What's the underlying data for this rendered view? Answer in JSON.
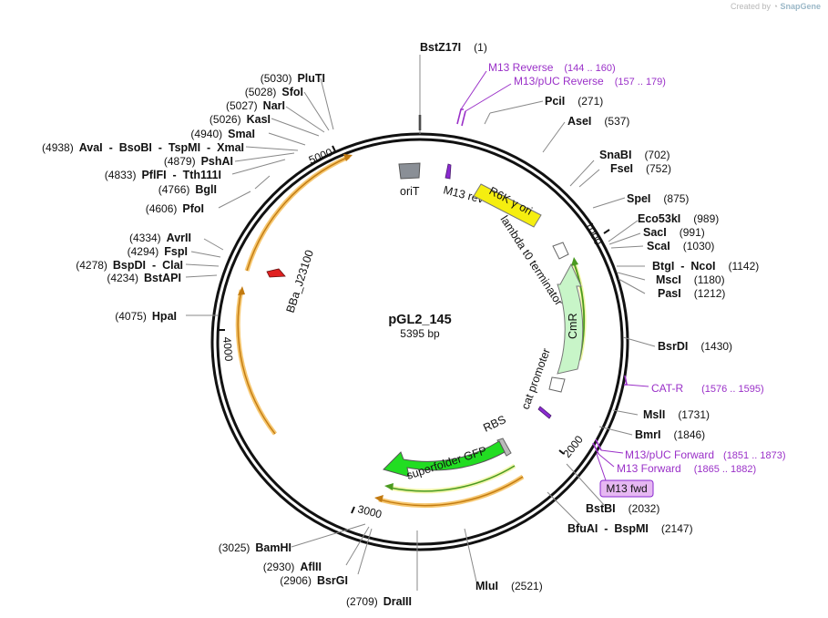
{
  "credit": {
    "prefix": "Created by",
    "brand": "SnapGene"
  },
  "plasmid": {
    "name": "pGL2_145",
    "length_label": "5395 bp",
    "length": 5395
  },
  "ticks": [
    {
      "pos": 1000,
      "label": "1000"
    },
    {
      "pos": 2000,
      "label": "2000"
    },
    {
      "pos": 3000,
      "label": "3000"
    },
    {
      "pos": 4000,
      "label": "4000"
    },
    {
      "pos": 5000,
      "label": "5000"
    }
  ],
  "sites": [
    {
      "name": "BstZ17I",
      "pos": "(1)",
      "side": "right"
    },
    {
      "name": "PciI",
      "pos": "(271)",
      "side": "right"
    },
    {
      "name": "AseI",
      "pos": "(537)",
      "side": "right"
    },
    {
      "name": "SnaBI",
      "pos": "(702)",
      "side": "right"
    },
    {
      "name": "FseI",
      "pos": "(752)",
      "side": "right"
    },
    {
      "name": "SpeI",
      "pos": "(875)",
      "side": "right"
    },
    {
      "name": "Eco53kI",
      "pos": "(989)",
      "side": "right"
    },
    {
      "name": "SacI",
      "pos": "(991)",
      "side": "right"
    },
    {
      "name": "ScaI",
      "pos": "(1030)",
      "side": "right"
    },
    {
      "name": "BtgI  -  NcoI",
      "pos": "(1142)",
      "side": "right"
    },
    {
      "name": "MscI",
      "pos": "(1180)",
      "side": "right"
    },
    {
      "name": "PasI",
      "pos": "(1212)",
      "side": "right"
    },
    {
      "name": "BsrDI",
      "pos": "(1430)",
      "side": "right"
    },
    {
      "name": "MslI",
      "pos": "(1731)",
      "side": "right"
    },
    {
      "name": "BmrI",
      "pos": "(1846)",
      "side": "right"
    },
    {
      "name": "BstBI",
      "pos": "(2032)",
      "side": "right"
    },
    {
      "name": "BfuAI  -  BspMI",
      "pos": "(2147)",
      "side": "right"
    },
    {
      "name": "MluI",
      "pos": "(2521)",
      "side": "right"
    },
    {
      "name": "DraIII",
      "pos": "(2709)",
      "side": "left"
    },
    {
      "name": "BsrGI",
      "pos": "(2906)",
      "side": "left"
    },
    {
      "name": "AflII",
      "pos": "(2930)",
      "side": "left"
    },
    {
      "name": "BamHI",
      "pos": "(3025)",
      "side": "left"
    },
    {
      "name": "HpaI",
      "pos": "(4075)",
      "side": "left"
    },
    {
      "name": "BstAPI",
      "pos": "(4234)",
      "side": "left"
    },
    {
      "name": "BspDI  -  ClaI",
      "pos": "(4278)",
      "side": "left"
    },
    {
      "name": "FspI",
      "pos": "(4294)",
      "side": "left"
    },
    {
      "name": "AvrII",
      "pos": "(4334)",
      "side": "left"
    },
    {
      "name": "PfoI",
      "pos": "(4606)",
      "side": "left"
    },
    {
      "name": "BglI",
      "pos": "(4766)",
      "side": "left"
    },
    {
      "name": "PflFI  -  Tth111I",
      "pos": "(4833)",
      "side": "left"
    },
    {
      "name": "PshAI",
      "pos": "(4879)",
      "side": "left"
    },
    {
      "name": "AvaI  -  BsoBI  -  TspMI  -  XmaI",
      "pos": "(4938)",
      "side": "left"
    },
    {
      "name": "SmaI",
      "pos": "(4940)",
      "side": "left"
    },
    {
      "name": "KasI",
      "pos": "(5026)",
      "side": "left"
    },
    {
      "name": "NarI",
      "pos": "(5027)",
      "side": "left"
    },
    {
      "name": "SfoI",
      "pos": "(5028)",
      "side": "left"
    },
    {
      "name": "PluTI",
      "pos": "(5030)",
      "side": "left"
    }
  ],
  "primers": [
    {
      "name": "M13 Reverse",
      "range": "(144 .. 160)"
    },
    {
      "name": "M13/pUC Reverse",
      "range": "(157 .. 179)"
    },
    {
      "name": "CAT-R",
      "range": "(1576 .. 1595)"
    },
    {
      "name": "M13/pUC Forward",
      "range": "(1851 .. 1873)"
    },
    {
      "name": "M13 Forward",
      "range": "(1865 .. 1882)"
    }
  ],
  "features": {
    "oriT": "oriT",
    "m13_rev": "M13 rev",
    "r6k": "R6K γ ori",
    "lambda_t0": "lambda t0 terminator",
    "cmr": "CmR",
    "cat_promoter": "cat promoter",
    "m13_fwd": "M13 fwd",
    "rbs": "RBS",
    "sfgfp": "superfolder GFP",
    "bba": "BBa_J23100"
  },
  "colors": {
    "backbone": "#111111",
    "primer": "#9a30c8",
    "r6k": "#f5ee10",
    "cmr": "#c8f5c8",
    "sfgfp": "#22dd22",
    "orf_orange": "#f0a020",
    "orf_green": "#4a9a20",
    "promoter_red": "#e02020",
    "orit_gray": "#8a8f96",
    "terminator": "#ffffff"
  }
}
